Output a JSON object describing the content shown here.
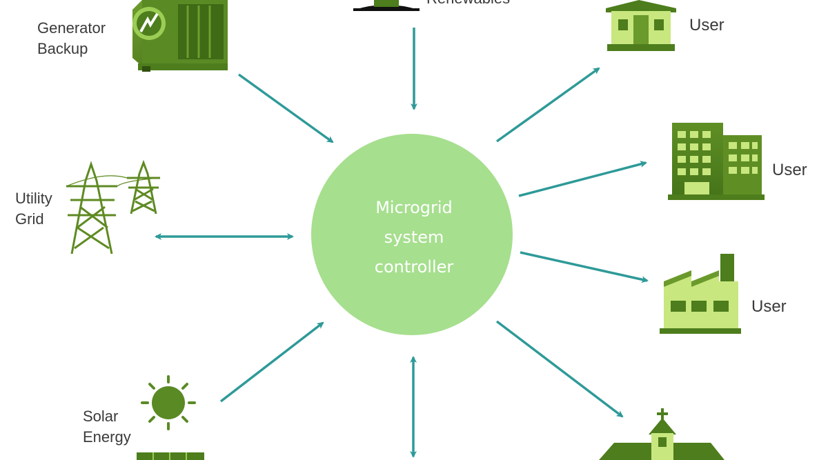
{
  "center": {
    "line1": "Microgrid",
    "line2": "system",
    "line3": "controller"
  },
  "nodes": {
    "generator": {
      "line1": "Generator",
      "line2": "Backup"
    },
    "utility": {
      "line1": "Utility",
      "line2": "Grid"
    },
    "solar": {
      "line1": "Solar",
      "line2": "Energy"
    },
    "renewables": {
      "label": "Renewables"
    },
    "users": [
      "User",
      "User",
      "User"
    ]
  },
  "colors": {
    "hub": "#a6df8e",
    "arrow": "#2e9a98",
    "icon_dark": "#4d7d1c",
    "icon_mid": "#6b9a2c",
    "icon_light": "#c9e77f"
  }
}
